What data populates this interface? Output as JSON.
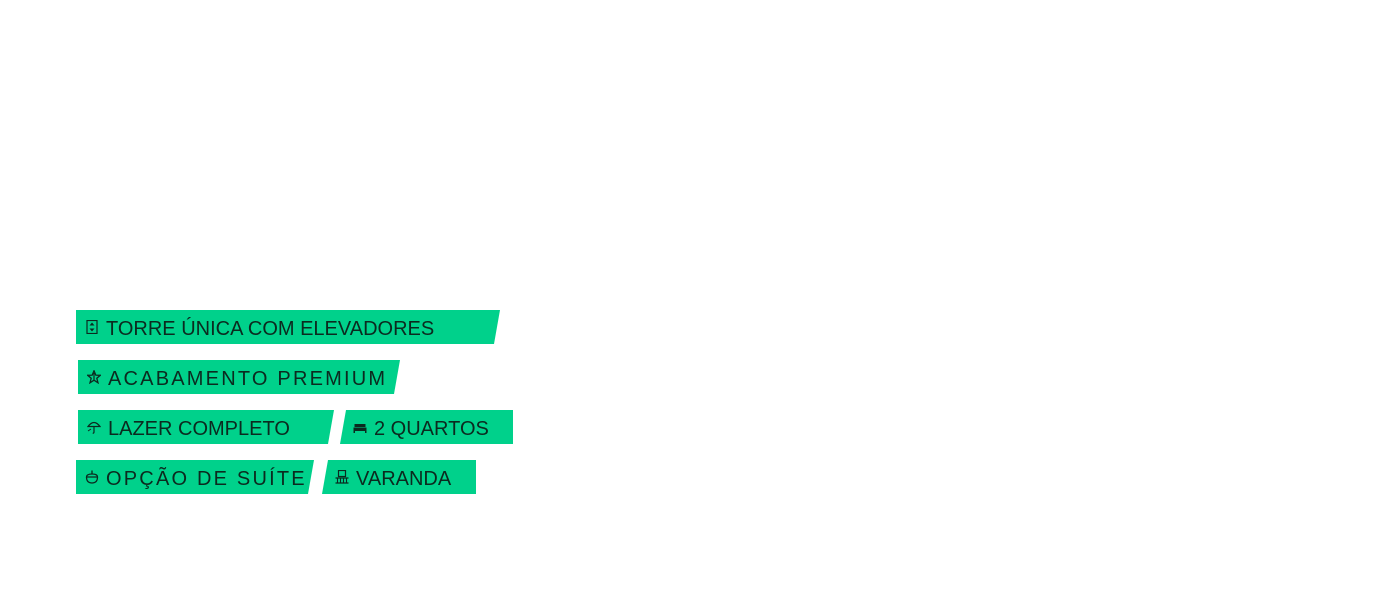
{
  "colors": {
    "accent": "#00d18b",
    "text": "#0b2a1f",
    "background": "#ffffff"
  },
  "features": [
    {
      "label": "TORRE ÚNICA COM ELEVADORES",
      "icon": "elevator-icon"
    },
    {
      "label": "ACABAMENTO PREMIUM",
      "icon": "star-icon"
    },
    {
      "label": "LAZER COMPLETO",
      "icon": "umbrella-icon"
    },
    {
      "label": "2 QUARTOS",
      "icon": "bed-icon"
    },
    {
      "label": "OPÇÃO DE SUÍTE",
      "icon": "shower-icon"
    },
    {
      "label": "VARANDA",
      "icon": "balcony-icon"
    }
  ]
}
